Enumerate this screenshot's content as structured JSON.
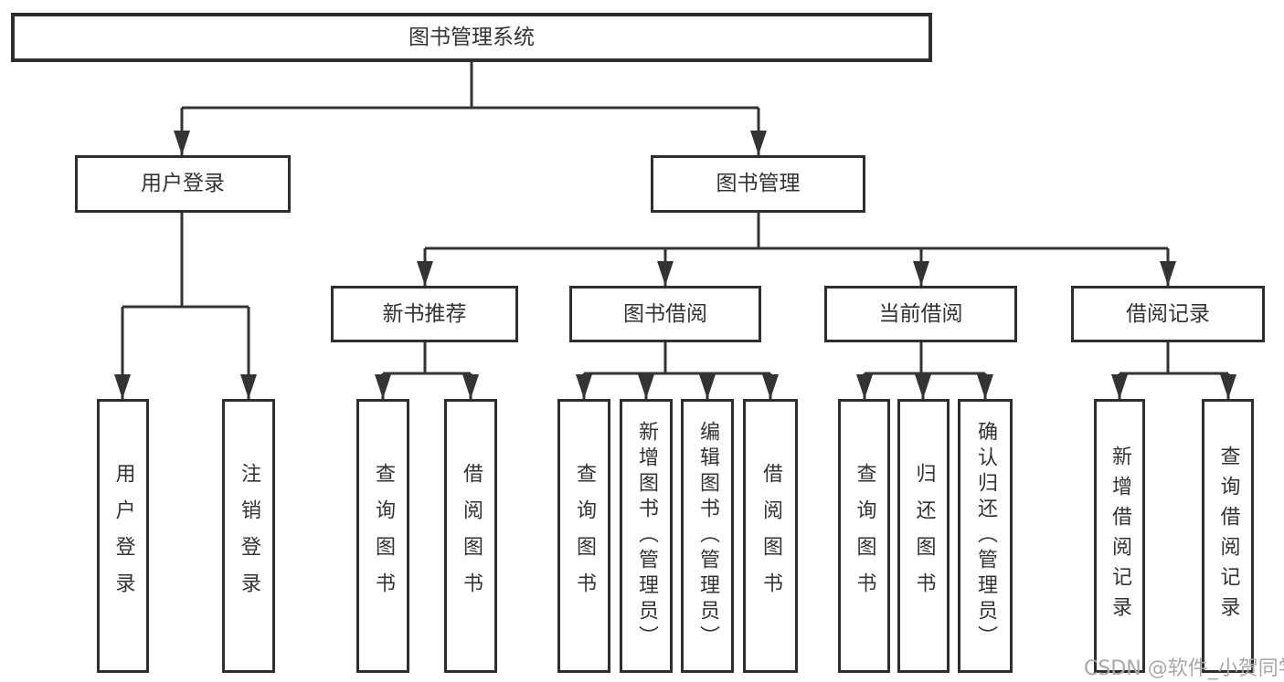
{
  "diagram": {
    "title": "图书管理系统",
    "branches": [
      {
        "label": "用户登录",
        "children": [
          "用户登录",
          "注销登录"
        ]
      },
      {
        "label": "图书管理",
        "children": [
          {
            "label": "新书推荐",
            "children": [
              "查询图书",
              "借阅图书"
            ]
          },
          {
            "label": "图书借阅",
            "children": [
              "查询图书",
              "新增图书（管理员）",
              "编辑图书（管理员）",
              "借阅图书"
            ]
          },
          {
            "label": "当前借阅",
            "children": [
              "查询图书",
              "归还图书",
              "确认归还（管理员）"
            ]
          },
          {
            "label": "借阅记录",
            "children": [
              "新增借阅记录",
              "查询借阅记录"
            ]
          }
        ]
      }
    ]
  },
  "watermark": "CSDN @软件_小贺同学",
  "colors": {
    "line": "#333333",
    "box_border": "#2e2e2e",
    "text": "#333333",
    "watermark": "#a8a8a8",
    "background": "#ffffff"
  }
}
